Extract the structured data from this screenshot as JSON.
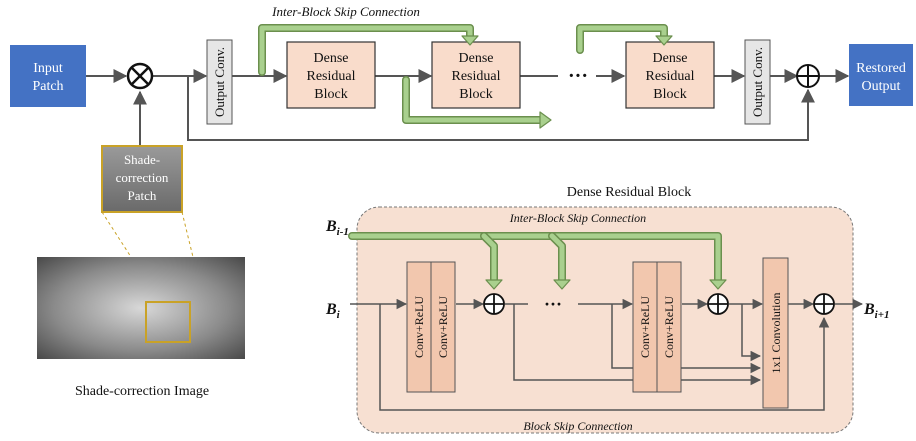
{
  "top": {
    "input_line1": "Input",
    "input_line2": "Patch",
    "output_conv": "Output Conv.",
    "drb_line1": "Dense",
    "drb_line2": "Residual",
    "drb_line3": "Block",
    "ellipsis": "···",
    "restored_line1": "Restored",
    "restored_line2": "Output",
    "inter_block_label": "Inter-Block Skip Connection",
    "shade_patch_line1": "Shade-",
    "shade_patch_line2": "correction",
    "shade_patch_line3": "Patch"
  },
  "shade_image": {
    "caption": "Shade-correction Image"
  },
  "drb_detail": {
    "title": "Dense Residual Block",
    "inter_block_label": "Inter-Block Skip Connection",
    "block_skip_label": "Block Skip Connection",
    "conv_relu": "Conv+ReLU",
    "conv1x1": "1x1 Convolution",
    "ellipsis": "···",
    "b_prev_base": "B",
    "b_prev_sub": "i-1",
    "b_in_base": "B",
    "b_in_sub": "i",
    "b_out_base": "B",
    "b_out_sub": "i+1"
  },
  "colors": {
    "blue_box": "#4472c4",
    "peach_box": "#f9dccb",
    "peach_region": "#f7e0d2",
    "gray_box": "#e6e6e6",
    "green_arrow": "#a9d08e",
    "gold_frame": "#c9a227"
  }
}
